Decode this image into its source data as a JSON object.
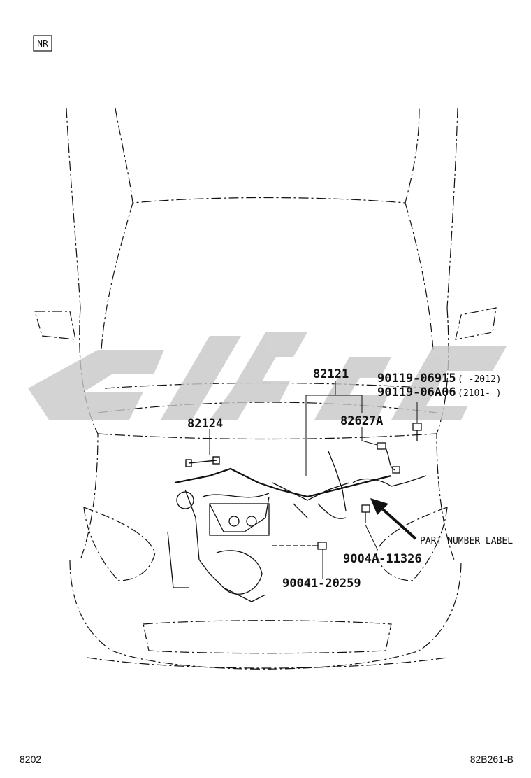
{
  "corner_tag": "NR",
  "callouts": {
    "harness_main": "82121",
    "harness_sub": "82124",
    "sensor_wire": "82627A",
    "bolt_upper_1": "90119-06915",
    "bolt_upper_1_range": "(    -2012)",
    "bolt_upper_2": "90119-06A06",
    "bolt_upper_2_range": "(2101-    )",
    "clip": "9004A-11326",
    "bolt_lower": "90041-20259",
    "part_number_label": "PART NUMBER LABEL"
  },
  "footer": {
    "page_code": "8202",
    "figure_code": "82B261-B"
  },
  "colors": {
    "line": "#111111",
    "watermark": "#c8c8c8"
  }
}
